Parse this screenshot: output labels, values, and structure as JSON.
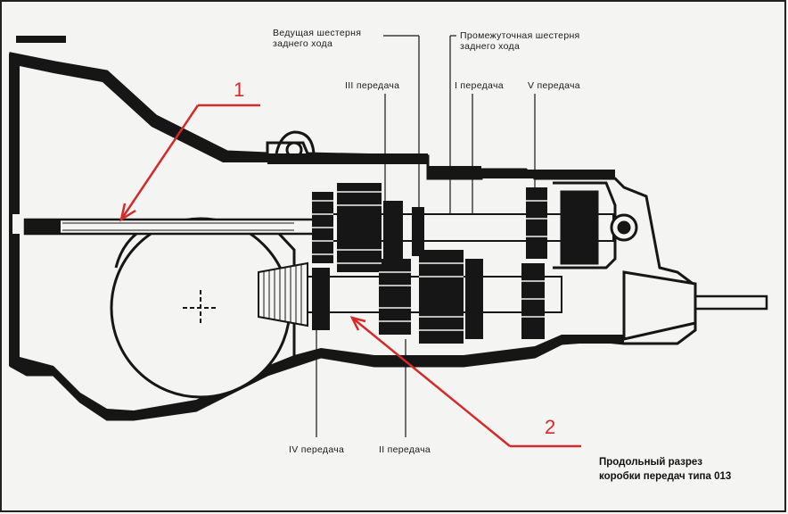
{
  "labels": {
    "reverse_drive_gear": [
      "Ведущая шестерня",
      "заднего хода"
    ],
    "reverse_idler_gear": [
      "Промежуточная шестерня",
      "заднего хода"
    ],
    "gear_3": "III передача",
    "gear_1": "I передача",
    "gear_5": "V передача",
    "gear_4": "IV передача",
    "gear_2": "II передача"
  },
  "caption": [
    "Продольный разрез",
    "коробки передач типа 013"
  ],
  "markers": [
    "1",
    "2"
  ],
  "colors": {
    "ink": "#161616",
    "paper": "#f4f4f2",
    "annotation": "#d42a2a"
  }
}
